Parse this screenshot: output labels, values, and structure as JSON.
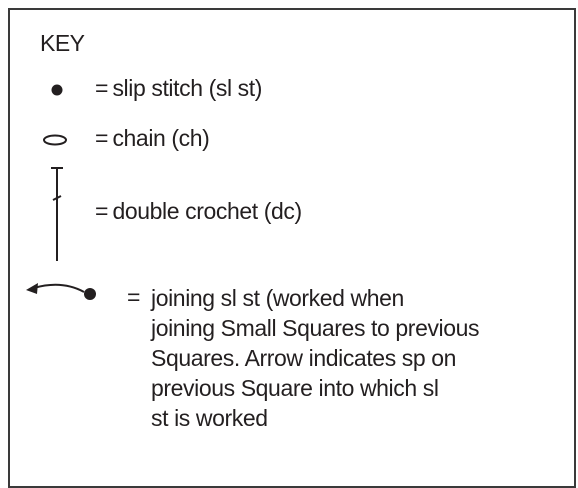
{
  "key": {
    "title": "KEY",
    "entries": [
      {
        "icon": "slip-stitch-dot-icon",
        "equals": "=",
        "label": "slip stitch (sl st)"
      },
      {
        "icon": "chain-oval-icon",
        "equals": "=",
        "label": "chain (ch)"
      },
      {
        "icon": "double-crochet-icon",
        "equals": "=",
        "label": "double crochet (dc)"
      },
      {
        "icon": "joining-slip-stitch-arrow-icon",
        "equals": "=",
        "label": "joining sl st (worked when\njoining Small Squares to previous\nSquares. Arrow indicates sp on\nprevious Square into which sl\nst is worked"
      }
    ]
  },
  "colors": {
    "ink": "#231f20",
    "border": "#3a3a3a"
  }
}
